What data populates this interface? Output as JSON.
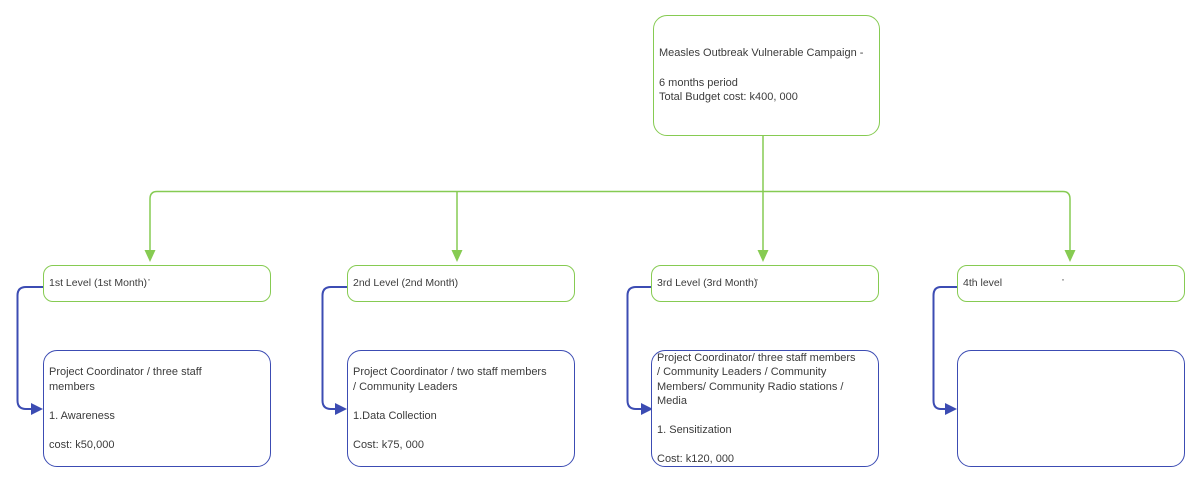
{
  "colors": {
    "green": "#86cb52",
    "blue": "#3c4cb3",
    "text": "#3b3b3b",
    "dot": "#4f4f4f"
  },
  "root": {
    "text": "Measles Outbreak Vulnerable Campaign -\n\n6 months period\nTotal Budget cost: k400, 000"
  },
  "levels": [
    {
      "label": "1st Level (1st Month)",
      "marker": "·",
      "detail": "Project Coordinator / three staff\nmembers\n\n1. Awareness\n\ncost: k50,000"
    },
    {
      "label": "2nd Level (2nd Month)",
      "marker": "·",
      "detail": "Project Coordinator / two staff members\n/ Community Leaders\n\n1.Data Collection\n\nCost: k75, 000"
    },
    {
      "label": "3rd Level (3rd Month)",
      "marker": "·",
      "detail": "Project Coordinator/ three staff members\n/ Community Leaders / Community\nMembers/ Community Radio stations /\nMedia\n\n1. Sensitization\n\nCost: k120, 000"
    },
    {
      "label": "4th level",
      "marker": "·",
      "detail": ""
    }
  ]
}
